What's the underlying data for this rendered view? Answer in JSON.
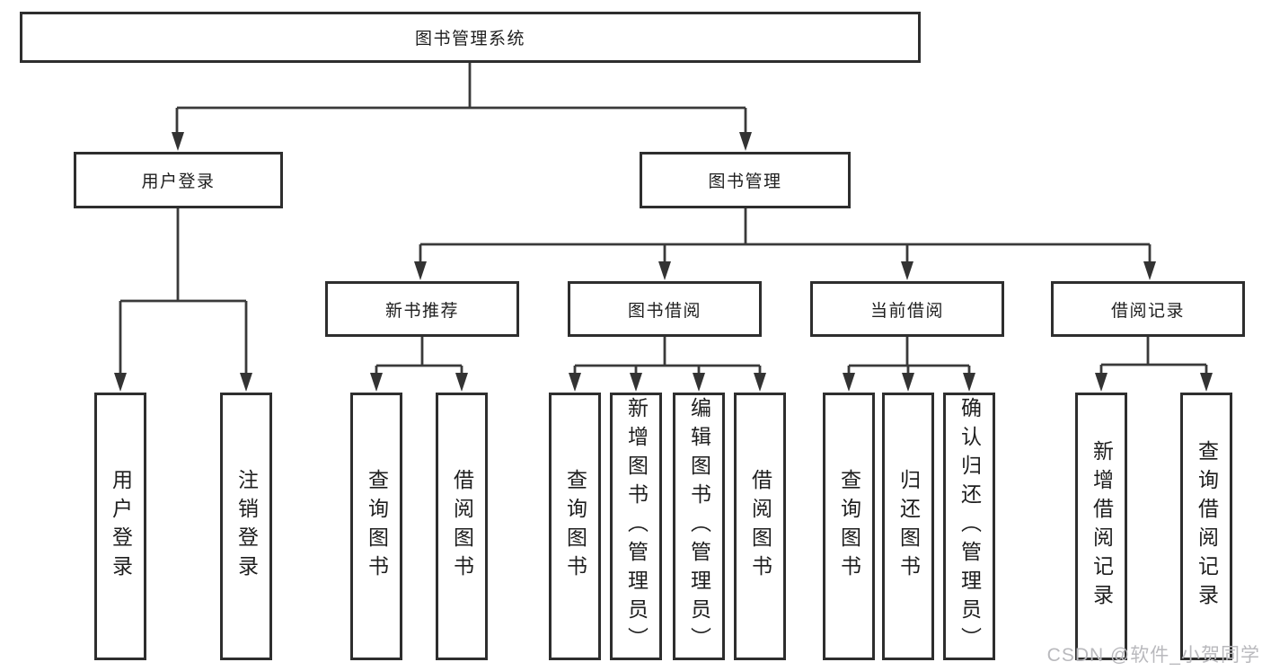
{
  "diagram": {
    "type": "hierarchy-flowchart",
    "nodes": {
      "root": "图书管理系统",
      "user_login": "用户登录",
      "book_mgmt": "图书管理",
      "new_book_rec": "新书推荐",
      "book_borrow": "图书借阅",
      "current_borrow": "当前借阅",
      "borrow_records": "借阅记录",
      "leaf_user_login": "用户登录",
      "leaf_logout": "注销登录",
      "leaf_rec_query_book": "查询图书",
      "leaf_rec_borrow_book": "借阅图书",
      "leaf_bb_query_book": "查询图书",
      "leaf_bb_add_book": "新增图书（管理员）",
      "leaf_bb_edit_book": "编辑图书（管理员）",
      "leaf_bb_borrow_book": "借阅图书",
      "leaf_cb_query_book": "查询图书",
      "leaf_cb_return_book": "归还图书",
      "leaf_cb_confirm_return": "确认归还（管理员）",
      "leaf_br_add_record": "新增借阅记录",
      "leaf_br_query_record": "查询借阅记录"
    },
    "edges": [
      "图书管理系统 -> 用户登录",
      "图书管理系统 -> 图书管理",
      "用户登录 -> 用户登录(叶), 注销登录",
      "图书管理 -> 新书推荐, 图书借阅, 当前借阅, 借阅记录",
      "新书推荐 -> 查询图书, 借阅图书",
      "图书借阅 -> 查询图书, 新增图书（管理员）, 编辑图书（管理员）, 借阅图书",
      "当前借阅 -> 查询图书, 归还图书, 确认归还（管理员）",
      "借阅记录 -> 新增借阅记录, 查询借阅记录"
    ]
  },
  "watermark": "CSDN @软件_小贺同学",
  "colors": {
    "background": "#ffffff",
    "box_border": "#2e2e2e",
    "line": "#3a3a3a",
    "arrow_fill": "#333333",
    "text": "#1e1e1e",
    "watermark_text": "#b9b9bd"
  }
}
